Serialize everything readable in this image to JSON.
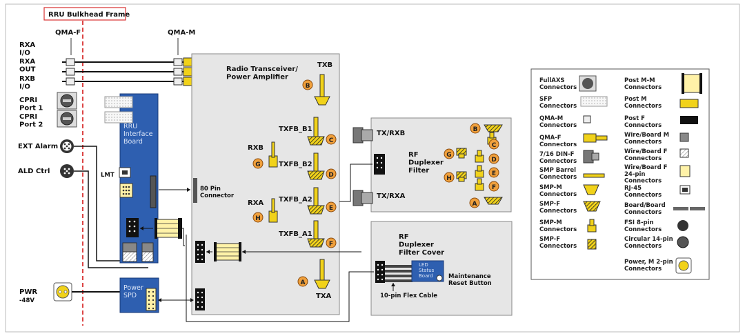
{
  "frame_label": "RRU Bulkhead Frame",
  "colors": {
    "board_blue": "#2e5fb0",
    "yellow": "#f1d21a",
    "orange": "#f0a03c",
    "frame_red": "#d83030",
    "panel_gray": "#e6e6e6"
  },
  "left_ports": {
    "qma_f": "QMA-F",
    "qma_m": "QMA-M",
    "rxa_io": "RXA\nI/O",
    "rxa_out": "RXA\nOUT",
    "rxb_io": "RXB\nI/O",
    "cpri1": "CPRI\nPort 1",
    "cpri2": "CPRI\nPort 2",
    "ext_alarm": "EXT Alarm",
    "ald_ctrl": "ALD Ctrl",
    "pwr": "PWR",
    "pwr_v": "-48V"
  },
  "interface_board": {
    "label": "RRU\nInterface\nBoard",
    "lmt": "LMT"
  },
  "power_spd": {
    "label": "Power\nSPD"
  },
  "connector_80": "80 Pin\nConnector",
  "radio": {
    "title": "Radio Transceiver/\nPower Amplifier",
    "txb": "TXB",
    "txfb_b1": "TXFB_B1",
    "rxb": "RXB",
    "txfb_b2": "TXFB_B2",
    "rxa": "RXA",
    "txfb_a2": "TXFB_A2",
    "txfb_a1": "TXFB_A1",
    "txa": "TXA"
  },
  "duplexer": {
    "title": "RF\nDuplexer\nFilter",
    "tx_rxb": "TX/RXB",
    "tx_rxa": "TX/RXA"
  },
  "cover": {
    "title": "RF\nDuplexer\nFilter Cover",
    "led": "LED\nStatus\nBoard",
    "reset": "Maintenance\nReset Button",
    "flex": "10-pin Flex Cable"
  },
  "markers": {
    "A": "A",
    "B": "B",
    "C": "C",
    "D": "D",
    "E": "E",
    "F": "F",
    "G": "G",
    "H": "H"
  },
  "legend": {
    "fullaxs": "FullAXS\nConnectors",
    "sfp": "SFP\nConnectors",
    "qma_m": "QMA-M\nConnectors",
    "qma_f": "QMA-F\nConnectors",
    "din": "7/16 DIN-F\nConnectors",
    "smp_barrel": "SMP Barrel\nConnectors",
    "smp_m1": "SMP-M\nConnectors",
    "smp_f1": "SMP-F\nConnectors",
    "smp_m2": "SMP-M\nConnectors",
    "smp_f2": "SMP-F\nConnectors",
    "post_mm": "Post M-M\nConnectors",
    "post_m": "Post M\nConnectors",
    "post_f": "Post F\nConnectors",
    "wire_m": "Wire/Board M\nConnectors",
    "wire_f": "Wire/Board F\nConnectors",
    "wire_f24": "Wire/Board F\n24-pin\nConnectors",
    "rj45": "RJ-45\nConnectors",
    "board": "Board/Board\nConnectors",
    "fsi": "FSI 8-pin\nConnectors",
    "circ14": "Circular 14-pin\nConnectors",
    "power_m": "Power, M 2-pin\nConnectors"
  }
}
